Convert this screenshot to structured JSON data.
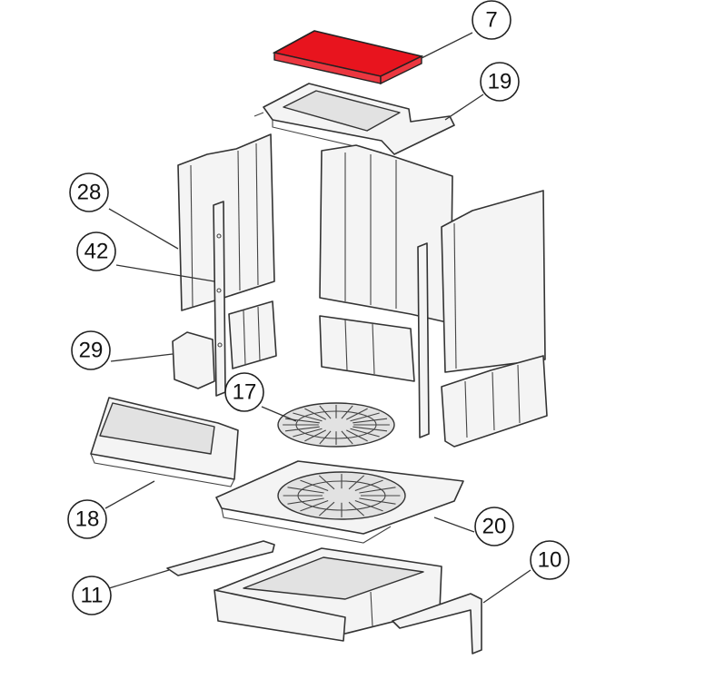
{
  "highlight_color": "#e8141e",
  "callouts": [
    {
      "label": "7"
    },
    {
      "label": "19"
    },
    {
      "label": "28"
    },
    {
      "label": "42"
    },
    {
      "label": "29"
    },
    {
      "label": "17"
    },
    {
      "label": "18"
    },
    {
      "label": "20"
    },
    {
      "label": "11"
    },
    {
      "label": "10"
    }
  ]
}
